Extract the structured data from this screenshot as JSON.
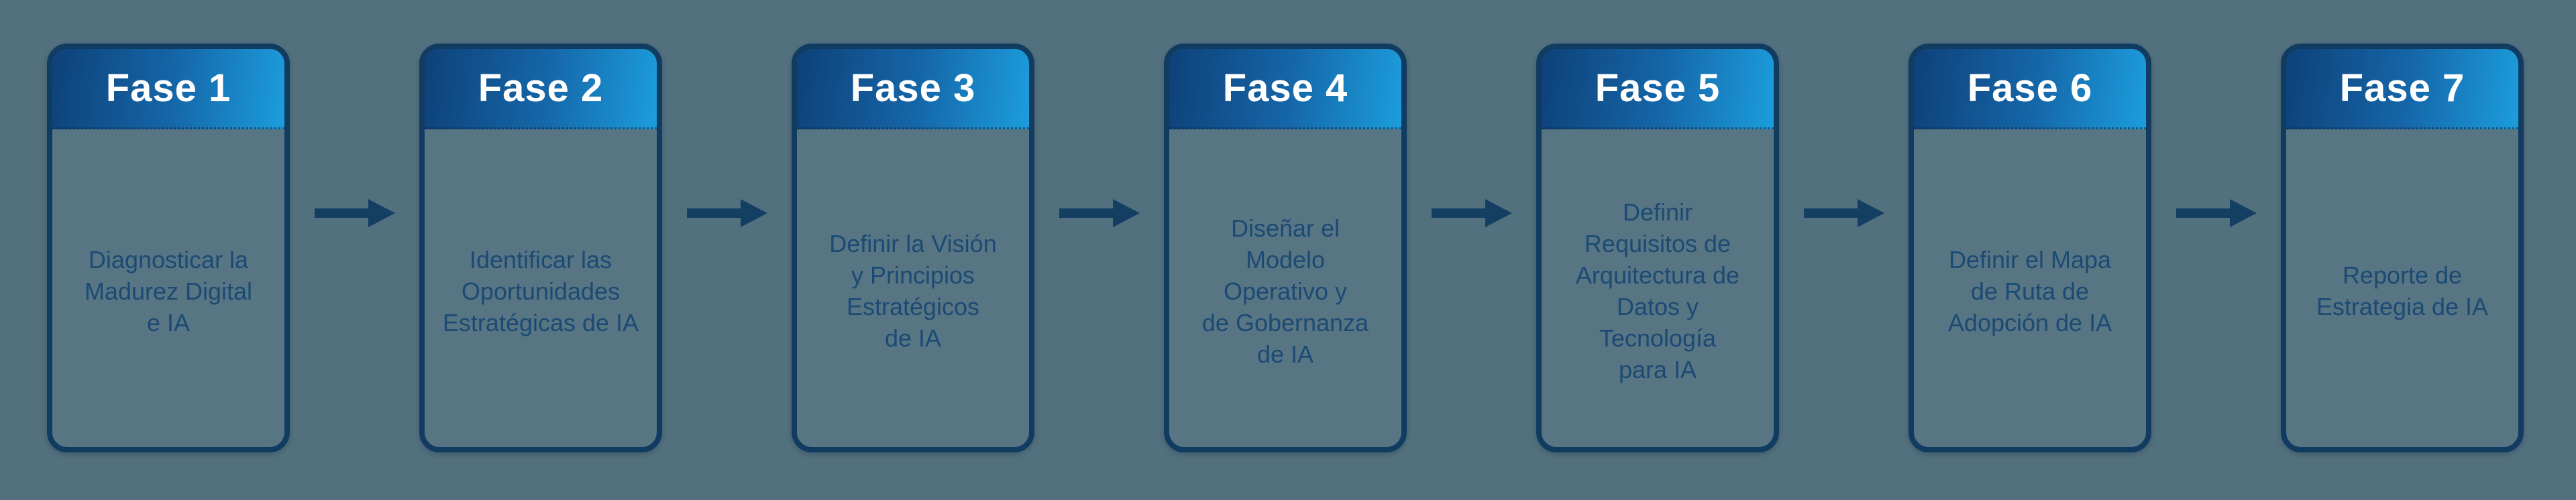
{
  "colors": {
    "background": "#52707e",
    "card-border": "#113c61",
    "card-body-bg": "rgba(255,255,255,0.04)",
    "header-grad-start": "#0e4179",
    "header-grad-mid": "#1566a8",
    "header-grad-end": "#1c9ddc",
    "header-text": "#ffffff",
    "body-text": "#1b4a74",
    "arrow": "#143f63"
  },
  "phases": [
    {
      "header": "Fase 1",
      "body": "Diagnosticar la\nMadurez Digital\ne IA"
    },
    {
      "header": "Fase 2",
      "body": "Identificar las\nOportunidades\nEstratégicas de IA"
    },
    {
      "header": "Fase 3",
      "body": "Definir la Visión\ny Principios\nEstratégicos\nde IA"
    },
    {
      "header": "Fase 4",
      "body": "Diseñar el\nModelo\nOperativo y\nde Gobernanza\nde IA"
    },
    {
      "header": "Fase 5",
      "body": "Definir\nRequisitos de\nArquitectura de\nDatos y\nTecnología\npara IA"
    },
    {
      "header": "Fase 6",
      "body": "Definir el Mapa\nde Ruta de\nAdopción de IA"
    },
    {
      "header": "Fase 7",
      "body": "Reporte de\nEstrategia de IA"
    }
  ]
}
